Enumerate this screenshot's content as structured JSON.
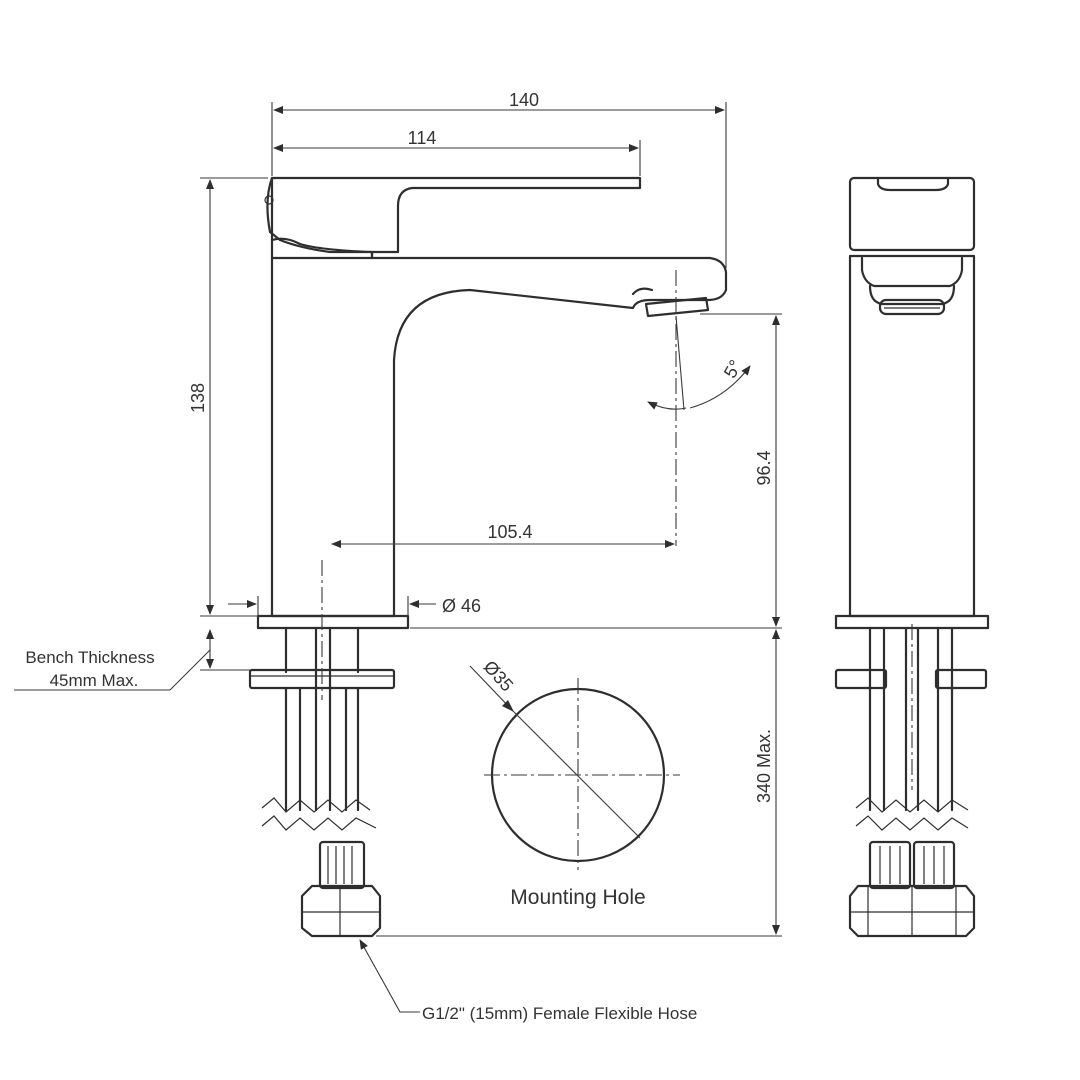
{
  "dimensions": {
    "overall_width": "140",
    "spout_reach": "114",
    "overall_height": "138",
    "outlet_height": "96.4",
    "outlet_offset": "105.4",
    "base_diameter": "Ø 46",
    "hole_diameter": "Ø35",
    "spray_angle": "5°",
    "hose_length": "340 Max."
  },
  "labels": {
    "bench_thickness_line1": "Bench Thickness",
    "bench_thickness_line2": "45mm Max.",
    "mounting_hole": "Mounting Hole",
    "hose": "G1/2\" (15mm) Female Flexible Hose"
  }
}
